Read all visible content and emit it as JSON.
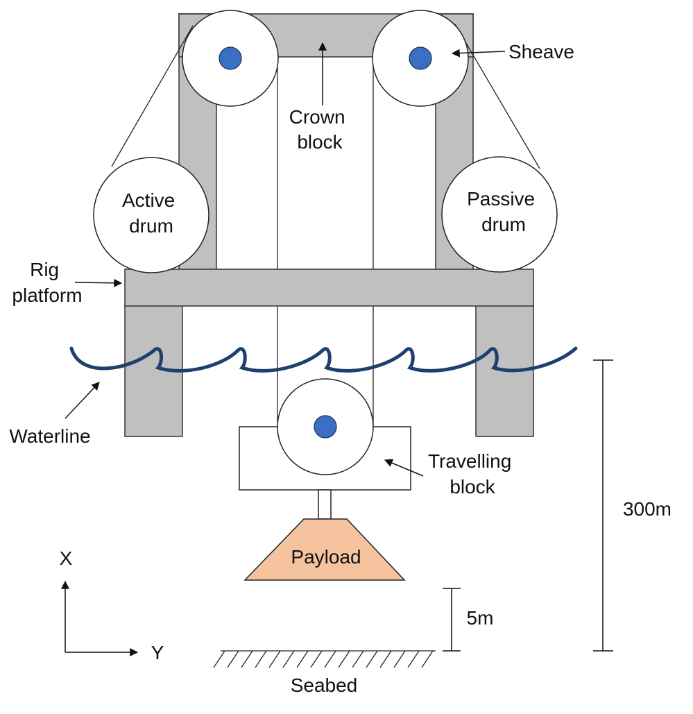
{
  "labels": {
    "sheave": "Sheave",
    "crown_block": [
      "Crown",
      "block"
    ],
    "active_drum": [
      "Active",
      "drum"
    ],
    "passive_drum": [
      "Passive",
      "drum"
    ],
    "rig_platform": [
      "Rig",
      "platform"
    ],
    "waterline": "Waterline",
    "travelling_block": [
      "Travelling",
      "block"
    ],
    "payload": "Payload",
    "depth_total": "300m",
    "depth_clearance": "5m",
    "axis_x": "X",
    "axis_y": "Y",
    "seabed": "Seabed"
  },
  "colors": {
    "structure_fill": "#c0c0c0",
    "structure_stroke": "#333333",
    "sheave_hub": "#3a6fc4",
    "water": "#1f3f6e",
    "payload": "#f6c39f",
    "line": "#111111"
  }
}
